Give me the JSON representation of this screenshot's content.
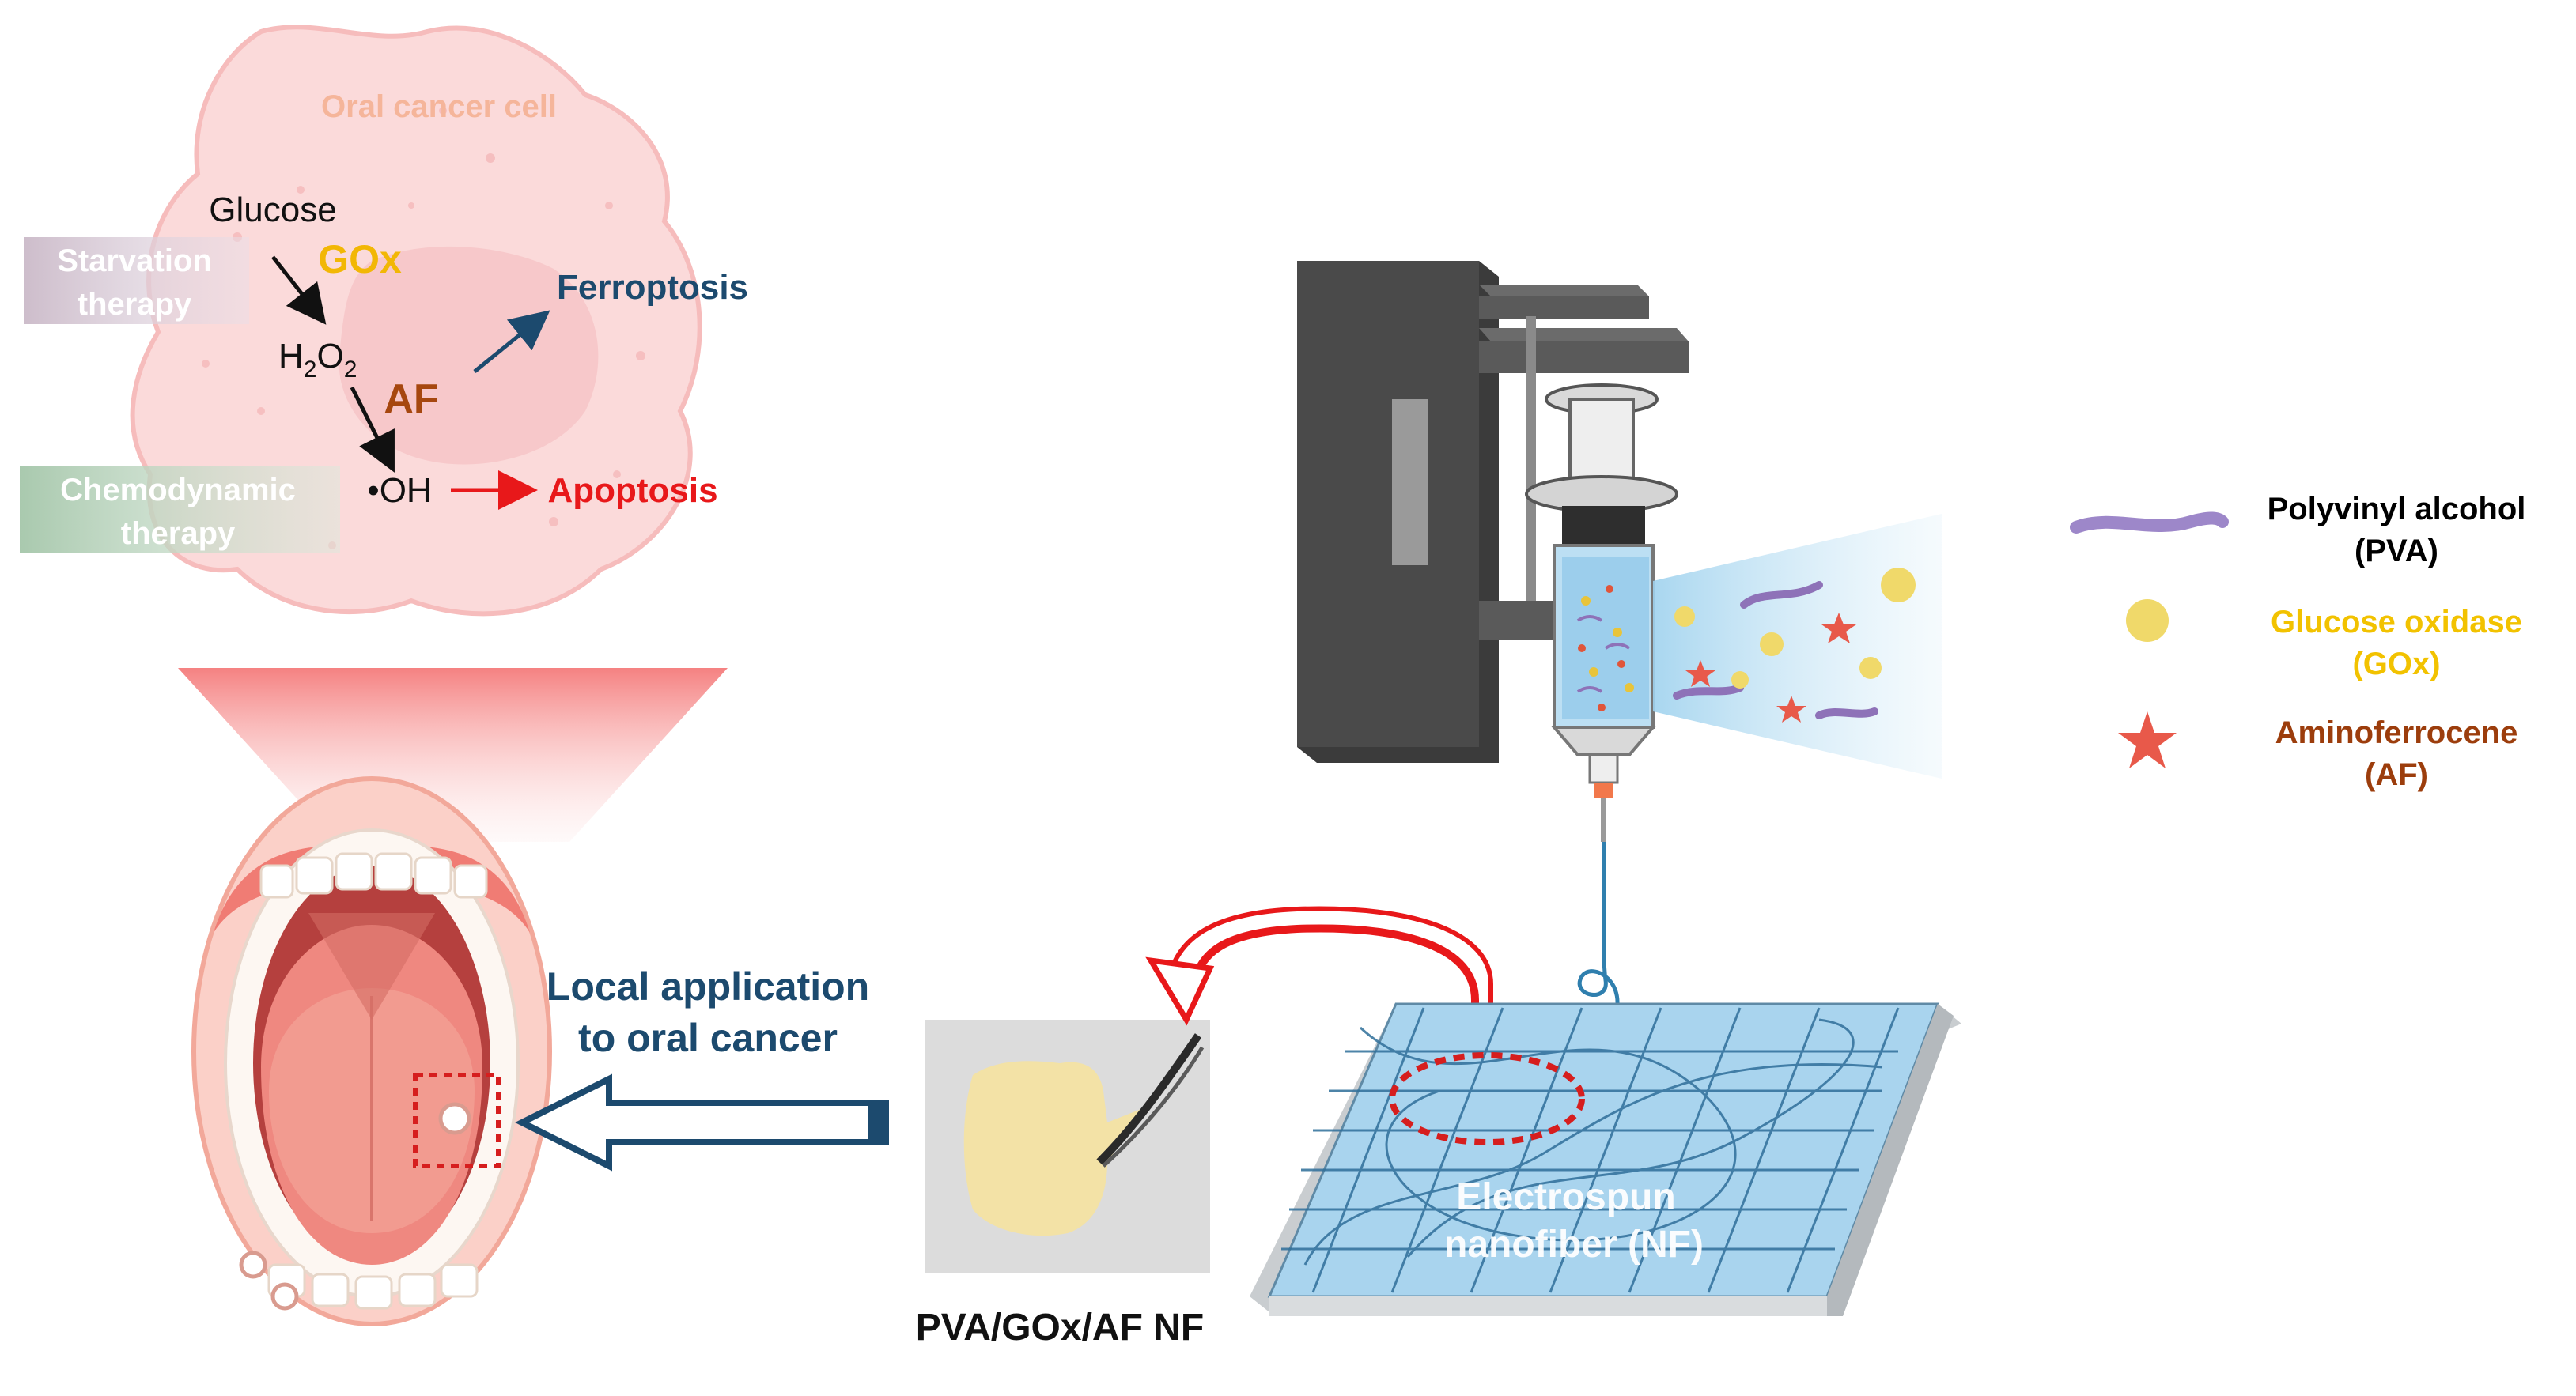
{
  "cell": {
    "title": "Oral cancer cell",
    "glucose": "Glucose",
    "gox": "GOx",
    "h2o2": "H2O2",
    "h2o2_main": "H",
    "h2o2_sub1": "2",
    "h2o2_mid": "O",
    "h2o2_sub2": "2",
    "af": "AF",
    "oh": "•OH",
    "ferroptosis": "Ferroptosis",
    "apoptosis": "Apoptosis",
    "starvation_line1": "Starvation",
    "starvation_line2": "therapy",
    "chemo_line1": "Chemodynamic",
    "chemo_line2": "therapy"
  },
  "application": {
    "line1": "Local application",
    "line2": "to oral cancer"
  },
  "nanofiber": {
    "mat_line1": "Electrospun",
    "mat_line2": "nanofiber (NF)",
    "product_label": "PVA/GOx/AF NF"
  },
  "legend": [
    {
      "line1": "Polyvinyl alcohol",
      "line2": "(PVA)",
      "color": "#000000",
      "icon": "pva-fiber-icon"
    },
    {
      "line1": "Glucose oxidase",
      "line2": "(GOx)",
      "color": "#f2c200",
      "icon": "gox-sphere-icon"
    },
    {
      "line1": "Aminoferrocene",
      "line2": "(AF)",
      "color": "#9c3d0c",
      "icon": "af-star-icon"
    }
  ],
  "colors": {
    "gox": "#f2b705",
    "af": "#a6470f",
    "ferroptosis": "#1c4a6e",
    "apoptosis": "#e8181a",
    "application": "#1c4a6e",
    "cell_fill": "#fbd9d9",
    "fiber": "#2f7fae"
  }
}
